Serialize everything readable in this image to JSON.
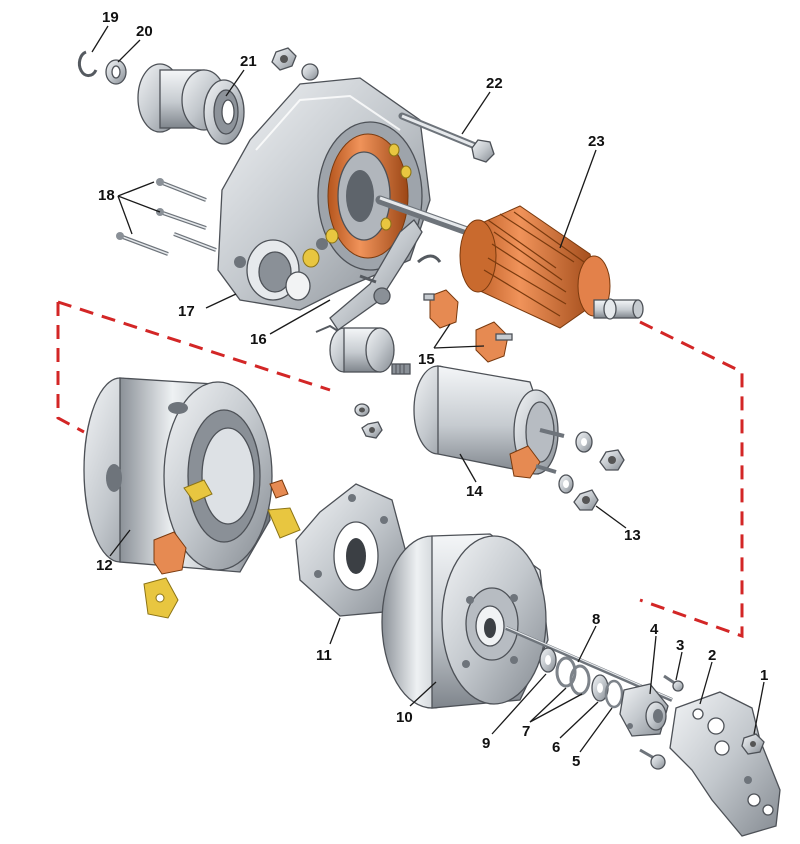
{
  "colors": {
    "metal_light": "#e6e9ec",
    "metal_mid": "#b9bec4",
    "metal_dark": "#7d838a",
    "copper": "#d9733a",
    "copper_dark": "#a9501d",
    "brass": "#e8c640",
    "dashed_boundary": "#d32626",
    "label": "#111111"
  },
  "callouts": [
    {
      "id": "1",
      "text": "1"
    },
    {
      "id": "2",
      "text": "2"
    },
    {
      "id": "3",
      "text": "3"
    },
    {
      "id": "4",
      "text": "4"
    },
    {
      "id": "5",
      "text": "5"
    },
    {
      "id": "6",
      "text": "6"
    },
    {
      "id": "7",
      "text": "7"
    },
    {
      "id": "8",
      "text": "8"
    },
    {
      "id": "9",
      "text": "9"
    },
    {
      "id": "10",
      "text": "10"
    },
    {
      "id": "11",
      "text": "11"
    },
    {
      "id": "12",
      "text": "12"
    },
    {
      "id": "13",
      "text": "13"
    },
    {
      "id": "14",
      "text": "14"
    },
    {
      "id": "15",
      "text": "15"
    },
    {
      "id": "16",
      "text": "16"
    },
    {
      "id": "17",
      "text": "17"
    },
    {
      "id": "18",
      "text": "18"
    },
    {
      "id": "19",
      "text": "19"
    },
    {
      "id": "20",
      "text": "20"
    },
    {
      "id": "21",
      "text": "21"
    },
    {
      "id": "22",
      "text": "22"
    },
    {
      "id": "23",
      "text": "23"
    }
  ]
}
